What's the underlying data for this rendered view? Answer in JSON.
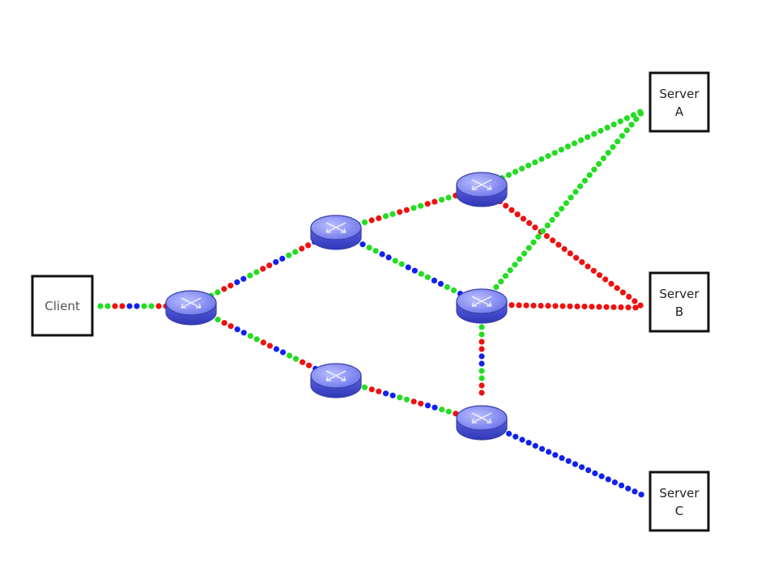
{
  "nodes": {
    "client": {
      "label": "Client"
    },
    "server_a": {
      "label_line1": "Server",
      "label_line2": "A"
    },
    "server_b": {
      "label_line1": "Server",
      "label_line2": "B"
    },
    "server_c": {
      "label_line1": "Server",
      "label_line2": "C"
    }
  },
  "colors": {
    "path_green": "#22dd22",
    "path_red": "#ee1111",
    "path_blue": "#1122ee",
    "router_fill": "#6f78ee"
  },
  "links": [
    {
      "from": "client",
      "to": "r1",
      "pattern": [
        "green",
        "green",
        "red",
        "red",
        "blue",
        "blue"
      ]
    },
    {
      "from": "r1",
      "to": "r2",
      "pattern": [
        "green",
        "green",
        "red",
        "red",
        "blue",
        "blue"
      ]
    },
    {
      "from": "r1",
      "to": "r3",
      "pattern": [
        "green",
        "green",
        "red",
        "red",
        "blue",
        "blue"
      ]
    },
    {
      "from": "r2",
      "to": "r4",
      "pattern": [
        "green",
        "green",
        "red",
        "red"
      ]
    },
    {
      "from": "r2",
      "to": "r5",
      "pattern": [
        "blue",
        "blue",
        "green",
        "green"
      ]
    },
    {
      "from": "r3",
      "to": "r6",
      "pattern": [
        "green",
        "green",
        "red",
        "red",
        "blue",
        "blue"
      ]
    },
    {
      "from": "r4",
      "to": "server_a",
      "pattern": [
        "green"
      ]
    },
    {
      "from": "r4",
      "to": "server_b",
      "pattern": [
        "red"
      ]
    },
    {
      "from": "r5",
      "to": "server_a",
      "pattern": [
        "green"
      ]
    },
    {
      "from": "r5",
      "to": "server_b",
      "pattern": [
        "red"
      ]
    },
    {
      "from": "r5",
      "to": "r6",
      "pattern": [
        "green",
        "green",
        "red",
        "red",
        "blue",
        "blue"
      ]
    },
    {
      "from": "r6",
      "to": "server_c",
      "pattern": [
        "blue"
      ]
    }
  ]
}
